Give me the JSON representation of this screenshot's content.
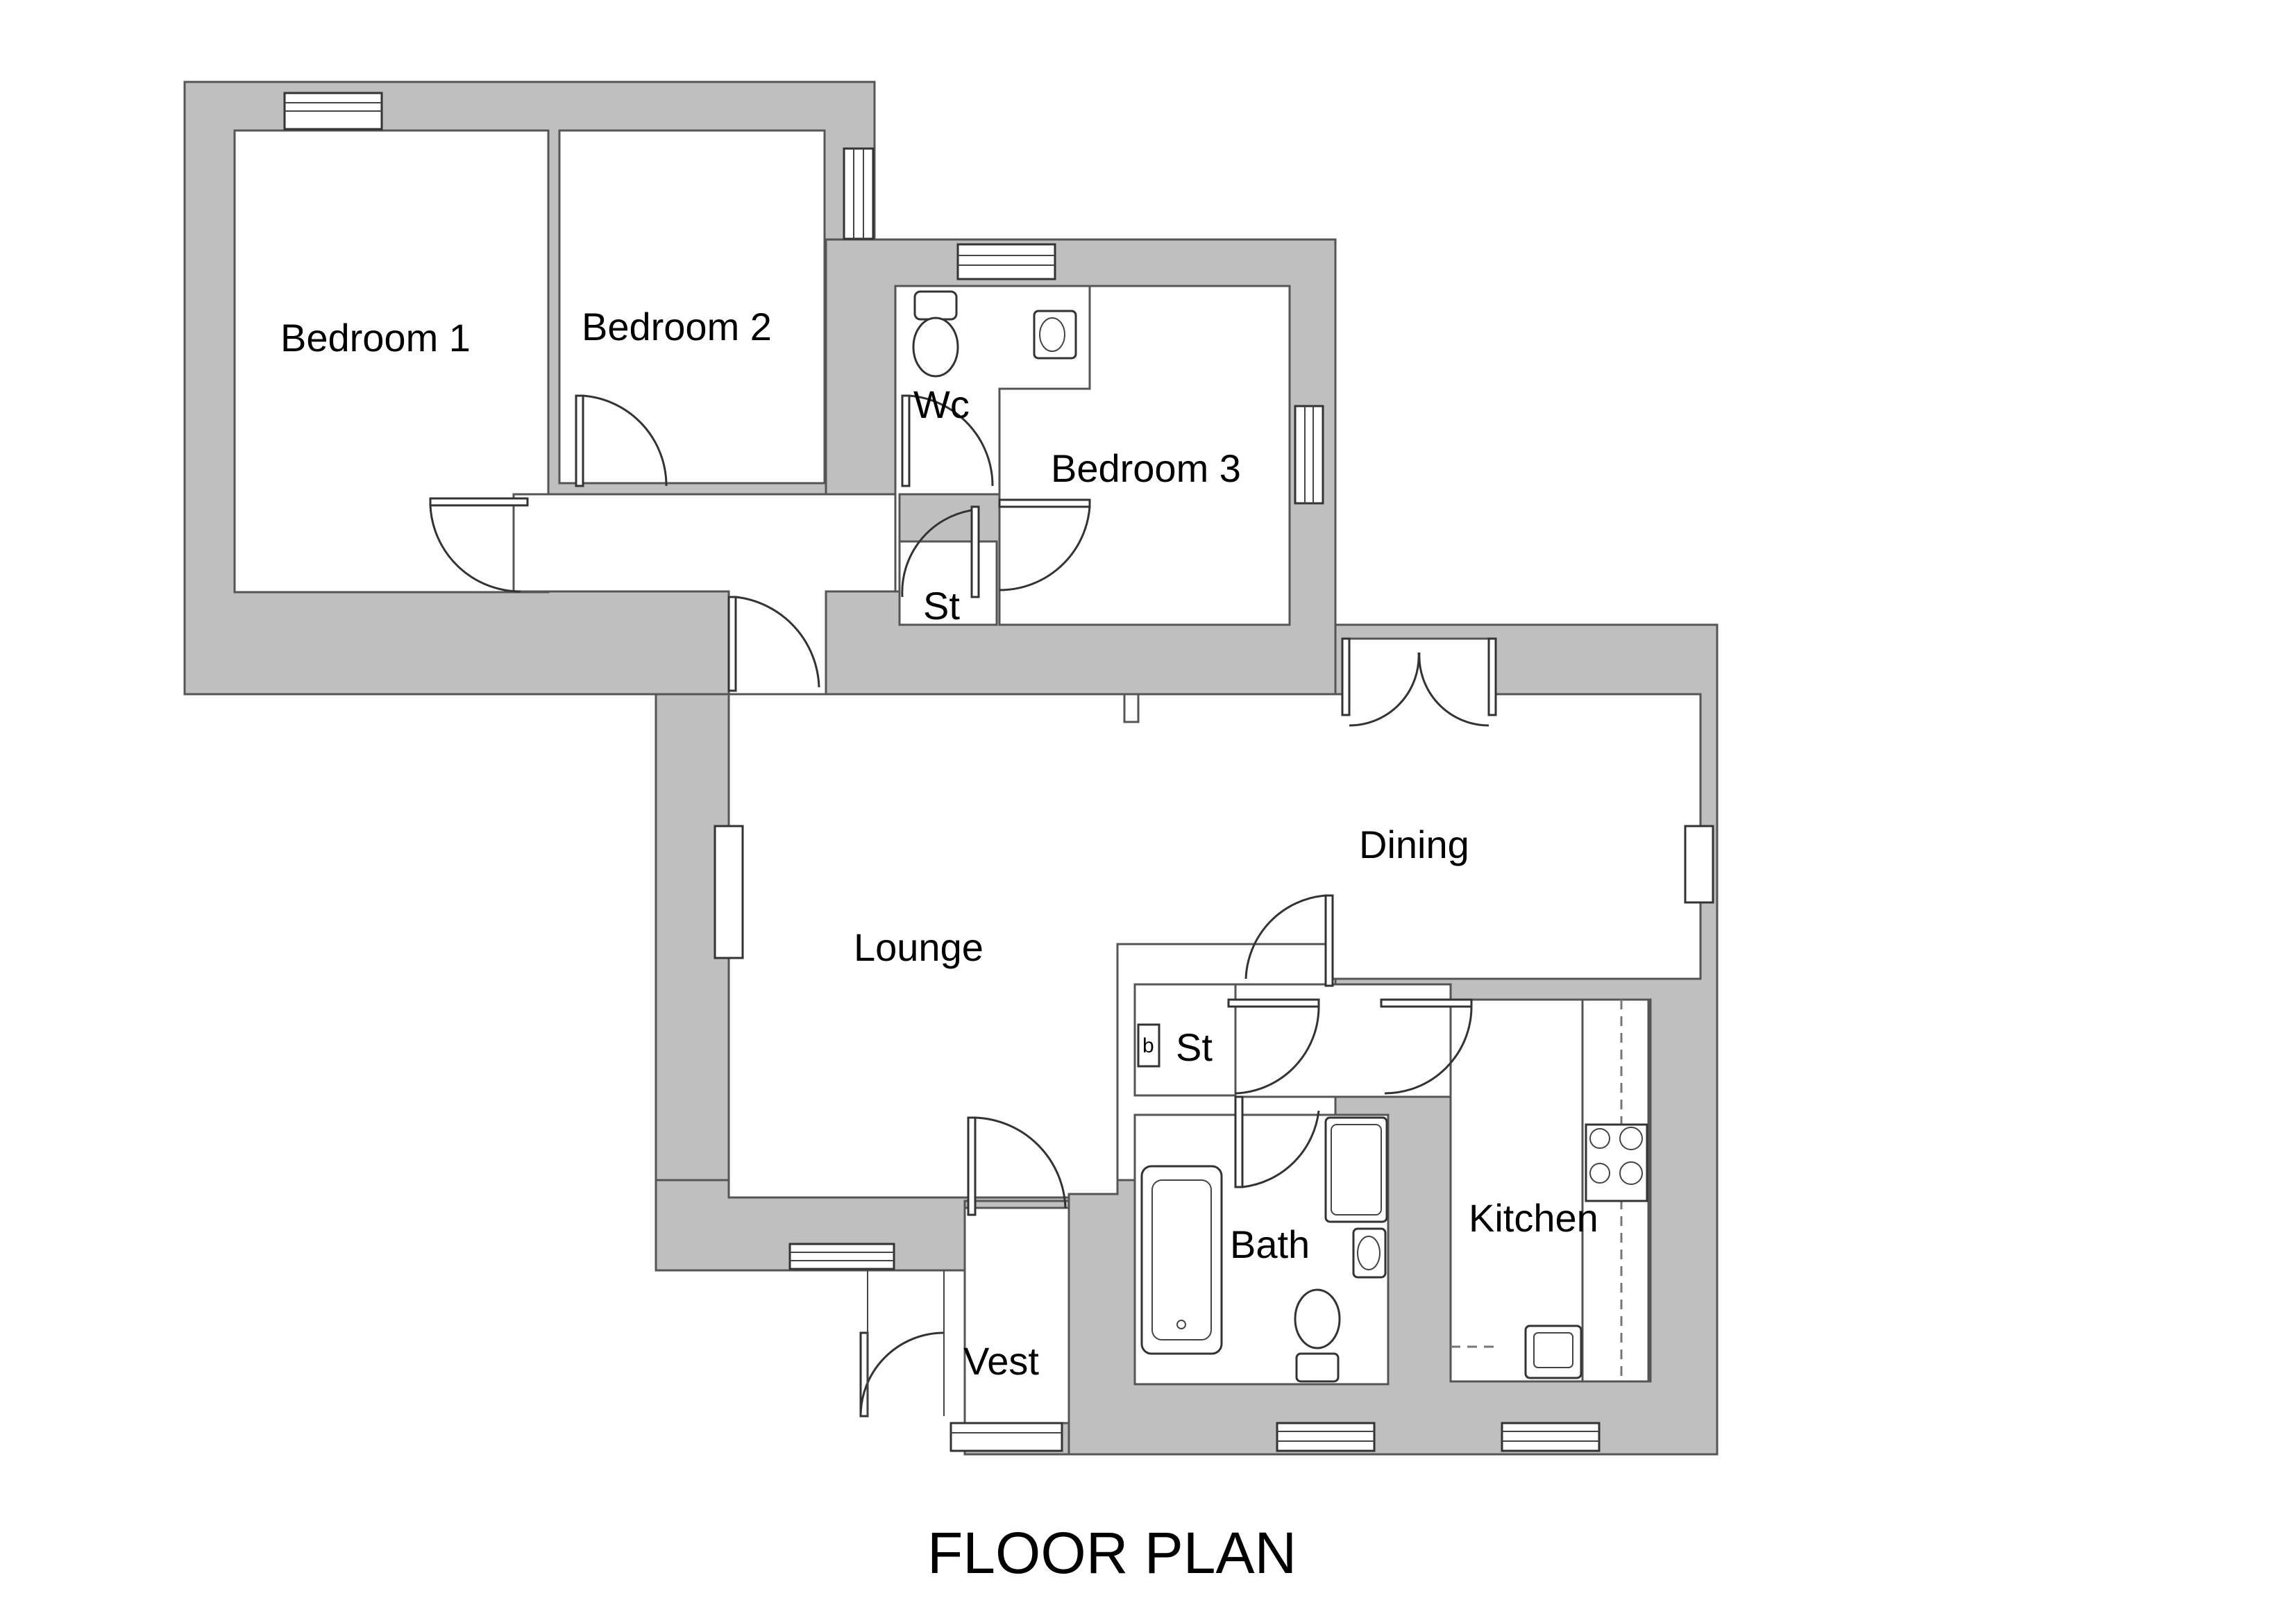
{
  "title": "FLOOR PLAN",
  "rooms": {
    "bedroom1": "Bedroom 1",
    "bedroom2": "Bedroom 2",
    "bedroom3": "Bedroom 3",
    "wc": "Wc",
    "store_north": "St",
    "lounge": "Lounge",
    "dining": "Dining",
    "store_south": "St",
    "boiler": "b",
    "bath": "Bath",
    "kitchen": "Kitchen",
    "vest": "Vest"
  },
  "colors": {
    "wall": "#bfbfbf",
    "outline": "#555555",
    "background": "#ffffff"
  }
}
